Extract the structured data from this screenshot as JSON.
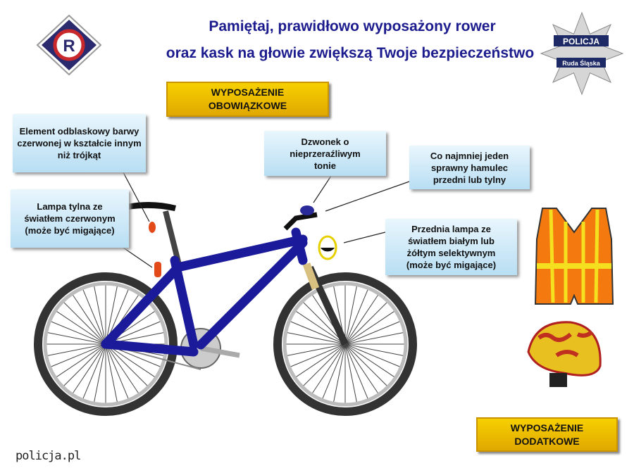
{
  "header": {
    "title_line1": "Pamiętaj,  prawidłowo wyposażony rower",
    "title_line2": "oraz kask na głowie zwiększą Twoje bezpieczeństwo"
  },
  "logos": {
    "road_police_letter": "R",
    "police_badge_text_top": "POLICJA",
    "police_badge_text_bottom": "Ruda Śląska"
  },
  "sections": {
    "mandatory": "WYPOSAŻENIE OBOWIĄZKOWE",
    "additional": "WYPOSAŻENIE DODATKOWE"
  },
  "callouts": {
    "rear_reflector": "Element odblaskowy barwy czerwonej w kształcie innym niż trójkąt",
    "bell": "Dzwonek o nieprzeraźliwym tonie",
    "brake": "Co najmniej jeden sprawny hamulec przedni lub tylny",
    "rear_lamp": "Lampa tylna ze światłem czerwonym (może być migające)",
    "front_lamp": "Przednia lampa ze światłem białym lub żółtym selektywnym (może być migające)"
  },
  "footer": {
    "source": "policja.pl"
  },
  "colors": {
    "title": "#1c1c8e",
    "frame": "#1a1a9a",
    "button_yellow": "#f0c000",
    "callout_blue": "#cdeaf8",
    "vest": "#f47a10"
  }
}
